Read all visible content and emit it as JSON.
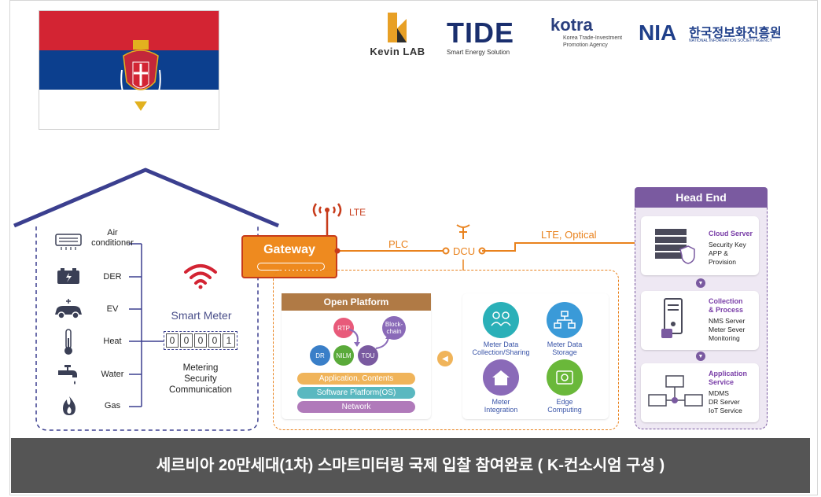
{
  "logos": {
    "kevinlab": "Kevin LAB",
    "tide": "TIDE",
    "tide_sub": "Smart Energy Solution",
    "kotra": "kotra",
    "kotra_sub1": "Korea Trade-Investment",
    "kotra_sub2": "Promotion Agency",
    "nia": "NIA",
    "nia_kr": "한국정보화진흥원",
    "nia_sub": "NATIONAL INFORMATION SOCIETY AGENCY"
  },
  "house": {
    "devices": [
      {
        "label1": "Air",
        "label2": "conditioner",
        "icon": "air-conditioner-icon"
      },
      {
        "label1": "DER",
        "label2": "",
        "icon": "battery-icon"
      },
      {
        "label1": "EV",
        "label2": "",
        "icon": "car-icon"
      },
      {
        "label1": "Heat",
        "label2": "",
        "icon": "thermometer-icon"
      },
      {
        "label1": "Water",
        "label2": "",
        "icon": "faucet-icon"
      },
      {
        "label1": "Gas",
        "label2": "",
        "icon": "flame-icon"
      }
    ],
    "smart_meter": {
      "title": "Smart Meter",
      "digits": [
        "0",
        "0",
        "0",
        "0",
        "1"
      ],
      "desc1": "Metering",
      "desc2": "Security",
      "desc3": "Communication"
    }
  },
  "gateway": {
    "label": "Gateway",
    "lte": "LTE"
  },
  "links": {
    "plc": "PLC",
    "dcu": "DCU",
    "lte_optical": "LTE, Optical"
  },
  "open_platform": {
    "title": "Open Platform",
    "nodes": [
      "RTP",
      "Block-chain",
      "DR",
      "NILM",
      "TOU"
    ],
    "layers": [
      "Application, Contents",
      "Software Platform(OS)",
      "Network"
    ]
  },
  "services": [
    {
      "label1": "Meter Data",
      "label2": "Collection/Sharing"
    },
    {
      "label1": "Meter Data",
      "label2": "Storage"
    },
    {
      "label1": "Meter",
      "label2": "Integration"
    },
    {
      "label1": "Edge",
      "label2": "Computing"
    }
  ],
  "head_end": {
    "title": "Head End",
    "cards": [
      {
        "title1": "Cloud Server",
        "title2": "",
        "lines": [
          "Security Key",
          "APP &",
          "Provision"
        ]
      },
      {
        "title1": "Collection",
        "title2": "& Process",
        "lines": [
          "NMS Server",
          "Meter Sever",
          "Monitoring"
        ]
      },
      {
        "title1": "Application",
        "title2": "Service",
        "lines": [
          "MDMS",
          "DR Server",
          "IoT Service"
        ]
      }
    ]
  },
  "banner": "세르비아 20만세대(1차)  스마트미터링 국제 입찰 참여완료 ( K-컨소시엄 구성 )",
  "colors": {
    "orange": "#e9821d",
    "purple": "#7a5aa0",
    "navy": "#3b3f8f",
    "red": "#d32433",
    "banner": "#555555"
  }
}
